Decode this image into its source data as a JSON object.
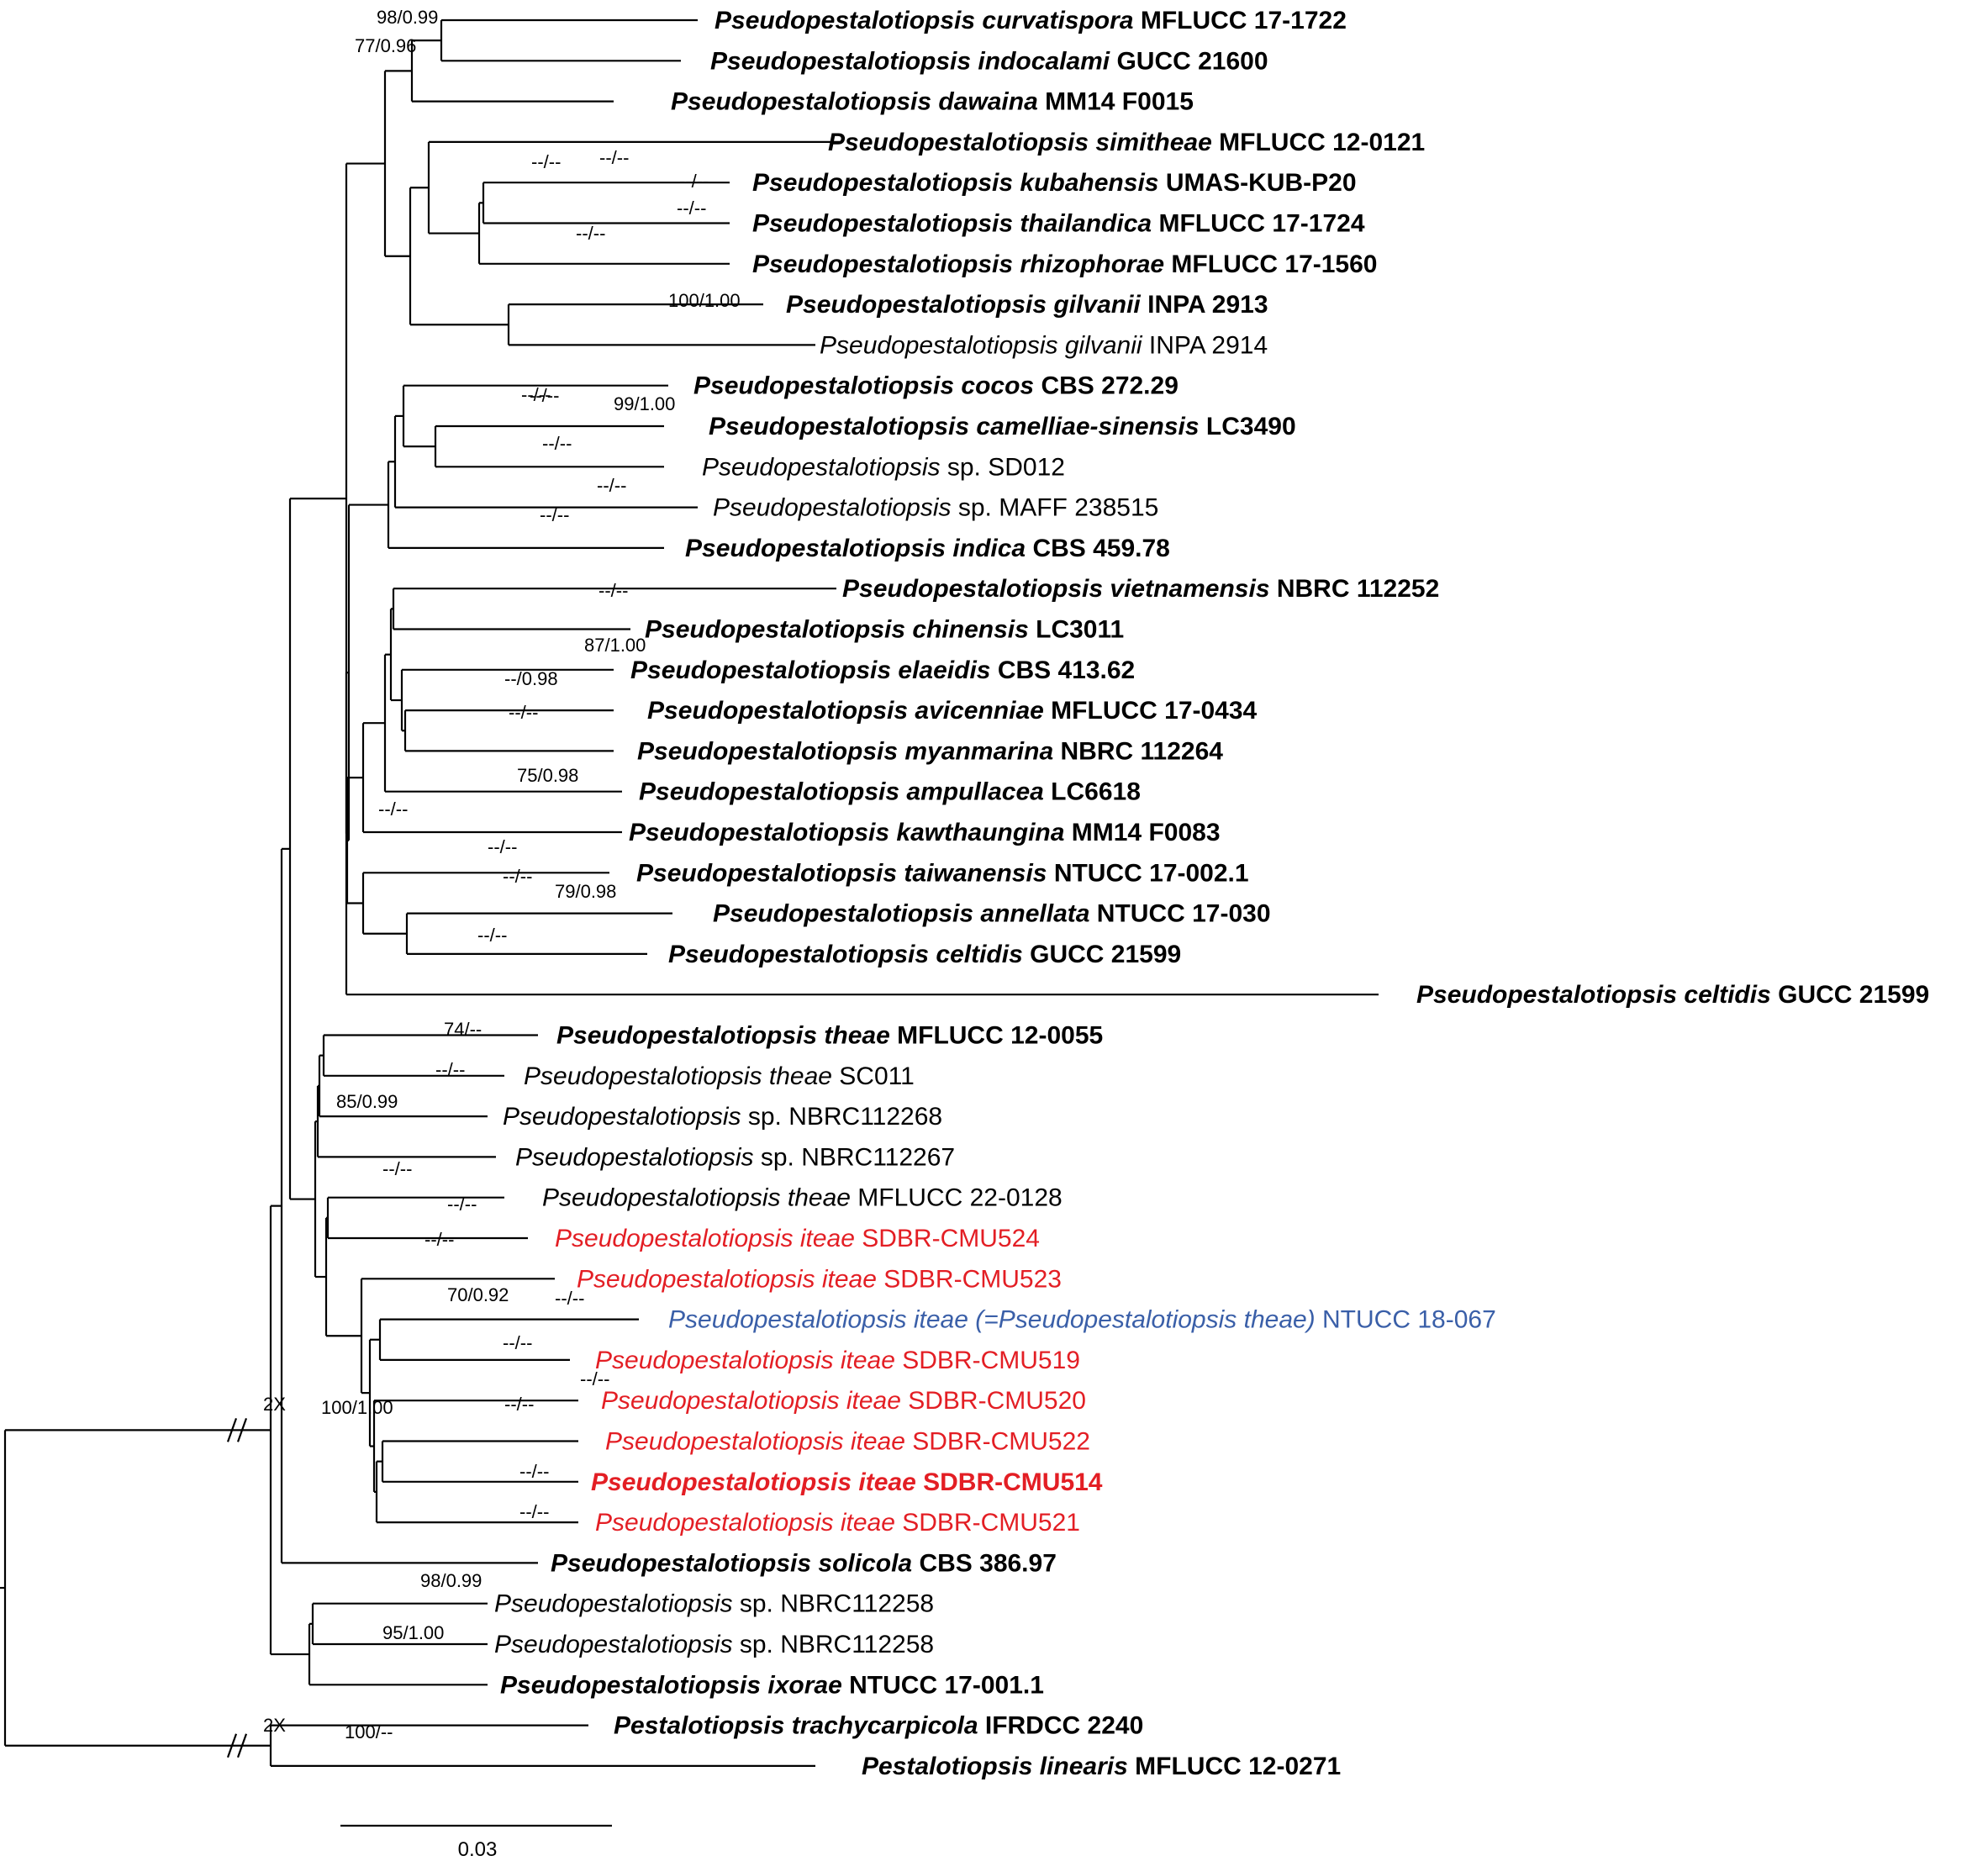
{
  "tips": [
    {
      "genus": "Pseudopestalotiopsis",
      "epithet": "curvatispora",
      "strain": "MFLUCC 17-1722",
      "style": "bold"
    },
    {
      "genus": "Pseudopestalotiopsis",
      "epithet": "indocalami",
      "strain": "GUCC 21600",
      "style": "bold"
    },
    {
      "genus": "Pseudopestalotiopsis",
      "epithet": "dawaina",
      "strain": "MM14 F0015",
      "style": "bold"
    },
    {
      "genus": "Pseudopestalotiopsis",
      "epithet": "simitheae",
      "strain": "MFLUCC 12-0121",
      "style": "bold"
    },
    {
      "genus": "Pseudopestalotiopsis",
      "epithet": "kubahensis",
      "strain": "UMAS-KUB-P20",
      "style": "bold"
    },
    {
      "genus": "Pseudopestalotiopsis",
      "epithet": "thailandica",
      "strain": "MFLUCC 17-1724",
      "style": "bold"
    },
    {
      "genus": "Pseudopestalotiopsis",
      "epithet": "rhizophorae",
      "strain": "MFLUCC 17-1560",
      "style": "bold"
    },
    {
      "genus": "Pseudopestalotiopsis",
      "epithet": "gilvanii",
      "strain": "INPA 2913",
      "style": "bold"
    },
    {
      "genus": "Pseudopestalotiopsis",
      "epithet": "gilvanii",
      "strain": "INPA 2914",
      "style": "normal"
    },
    {
      "genus": "Pseudopestalotiopsis",
      "epithet": "cocos",
      "strain": "CBS 272.29",
      "style": "bold"
    },
    {
      "genus": "Pseudopestalotiopsis",
      "epithet": "camelliae-sinensis",
      "strain": "LC3490",
      "style": "bold"
    },
    {
      "genus": "Pseudopestalotiopsis",
      "epithet": "",
      "strain": "sp. SD012",
      "style": "normal"
    },
    {
      "genus": "Pseudopestalotiopsis",
      "epithet": "",
      "strain": "sp. MAFF 238515",
      "style": "normal"
    },
    {
      "genus": "Pseudopestalotiopsis",
      "epithet": "indica",
      "strain": "CBS 459.78",
      "style": "bold"
    },
    {
      "genus": "Pseudopestalotiopsis",
      "epithet": "vietnamensis",
      "strain": "NBRC 112252",
      "style": "bold"
    },
    {
      "genus": "Pseudopestalotiopsis",
      "epithet": "chinensis",
      "strain": "LC3011",
      "style": "bold"
    },
    {
      "genus": "Pseudopestalotiopsis",
      "epithet": "elaeidis",
      "strain": "CBS 413.62",
      "style": "bold"
    },
    {
      "genus": "Pseudopestalotiopsis",
      "epithet": "avicenniae",
      "strain": "MFLUCC 17-0434",
      "style": "bold"
    },
    {
      "genus": "Pseudopestalotiopsis",
      "epithet": "myanmarina",
      "strain": "NBRC 112264",
      "style": "bold"
    },
    {
      "genus": "Pseudopestalotiopsis",
      "epithet": "ampullacea",
      "strain": "LC6618",
      "style": "bold"
    },
    {
      "genus": "Pseudopestalotiopsis",
      "epithet": "kawthaungina",
      "strain": "MM14 F0083",
      "style": "bold"
    },
    {
      "genus": "Pseudopestalotiopsis",
      "epithet": "taiwanensis",
      "strain": "NTUCC 17-002.1",
      "style": "bold"
    },
    {
      "genus": "Pseudopestalotiopsis",
      "epithet": "annellata",
      "strain": "NTUCC 17-030",
      "style": "bold"
    },
    {
      "genus": "Pseudopestalotiopsis",
      "epithet": "celtidis",
      "strain": "GUCC 21599",
      "style": "bold"
    },
    {
      "genus": "Pseudopestalotiopsis",
      "epithet": "celtidis",
      "strain": "GUCC 21599",
      "style": "bold"
    },
    {
      "genus": "Pseudopestalotiopsis",
      "epithet": "theae",
      "strain": "MFLUCC 12-0055",
      "style": "bold"
    },
    {
      "genus": "Pseudopestalotiopsis",
      "epithet": "theae",
      "strain": "SC011",
      "style": "normal"
    },
    {
      "genus": "Pseudopestalotiopsis",
      "epithet": "",
      "strain": "sp. NBRC112268",
      "style": "normal"
    },
    {
      "genus": "Pseudopestalotiopsis",
      "epithet": "",
      "strain": "sp. NBRC112267",
      "style": "normal"
    },
    {
      "genus": "Pseudopestalotiopsis",
      "epithet": "theae",
      "strain": "MFLUCC 22-0128",
      "style": "normal"
    },
    {
      "genus": "Pseudopestalotiopsis",
      "epithet": "iteae",
      "strain": "SDBR-CMU524",
      "style": "red"
    },
    {
      "genus": "Pseudopestalotiopsis",
      "epithet": "iteae",
      "strain": "SDBR-CMU523",
      "style": "red"
    },
    {
      "genus": "Pseudopestalotiopsis",
      "epithet": "iteae (=Pseudopestalotiopsis theae)",
      "strain": "NTUCC 18-067",
      "style": "blue"
    },
    {
      "genus": "Pseudopestalotiopsis",
      "epithet": "iteae",
      "strain": "SDBR-CMU519",
      "style": "red"
    },
    {
      "genus": "Pseudopestalotiopsis",
      "epithet": "iteae",
      "strain": "SDBR-CMU520",
      "style": "red"
    },
    {
      "genus": "Pseudopestalotiopsis",
      "epithet": "iteae",
      "strain": "SDBR-CMU522",
      "style": "red"
    },
    {
      "genus": "Pseudopestalotiopsis",
      "epithet": "iteae",
      "strain": "SDBR-CMU514",
      "style": "red-bold"
    },
    {
      "genus": "Pseudopestalotiopsis",
      "epithet": "iteae",
      "strain": "SDBR-CMU521",
      "style": "red"
    },
    {
      "genus": "Pseudopestalotiopsis",
      "epithet": "solicola",
      "strain": "CBS 386.97",
      "style": "bold"
    },
    {
      "genus": "Pseudopestalotiopsis",
      "epithet": "",
      "strain": "sp. NBRC112258",
      "style": "normal"
    },
    {
      "genus": "Pseudopestalotiopsis",
      "epithet": "",
      "strain": "sp. NBRC112258",
      "style": "normal"
    },
    {
      "genus": "Pseudopestalotiopsis",
      "epithet": "ixorae",
      "strain": "NTUCC 17-001.1",
      "style": "bold"
    },
    {
      "genus": "Pestalotiopsis",
      "epithet": "trachycarpicola",
      "strain": "IFRDCC 2240",
      "style": "bold"
    },
    {
      "genus": "Pestalotiopsis",
      "epithet": "linearis",
      "strain": "MFLUCC 12-0271",
      "style": "bold"
    }
  ],
  "supports": [
    "98/0.99",
    "77/0.96",
    "--/--",
    "--/--",
    "--/--",
    "--/--",
    "--/--",
    "100/1.00",
    "--/--",
    "99/1.00",
    "--/--",
    "--/--",
    "--/--",
    "--/--",
    "--/--",
    "87/1.00",
    "--/0.98",
    "--/--",
    "75/0.98",
    "--/--",
    "--/--",
    "79/0.98",
    "--/--",
    "--/--",
    "74/--",
    "--/--",
    "85/0.99",
    "--/--",
    "--/--",
    "--/--",
    "70/0.92",
    "--/--",
    "--/--",
    "--/--",
    "--/--",
    "--/--",
    "--/--",
    "100/1.00",
    "98/0.99",
    "95/1.00",
    "100/--"
  ],
  "break_labels": [
    "2X",
    "2X"
  ],
  "scale_bar": {
    "label": "0.03"
  }
}
